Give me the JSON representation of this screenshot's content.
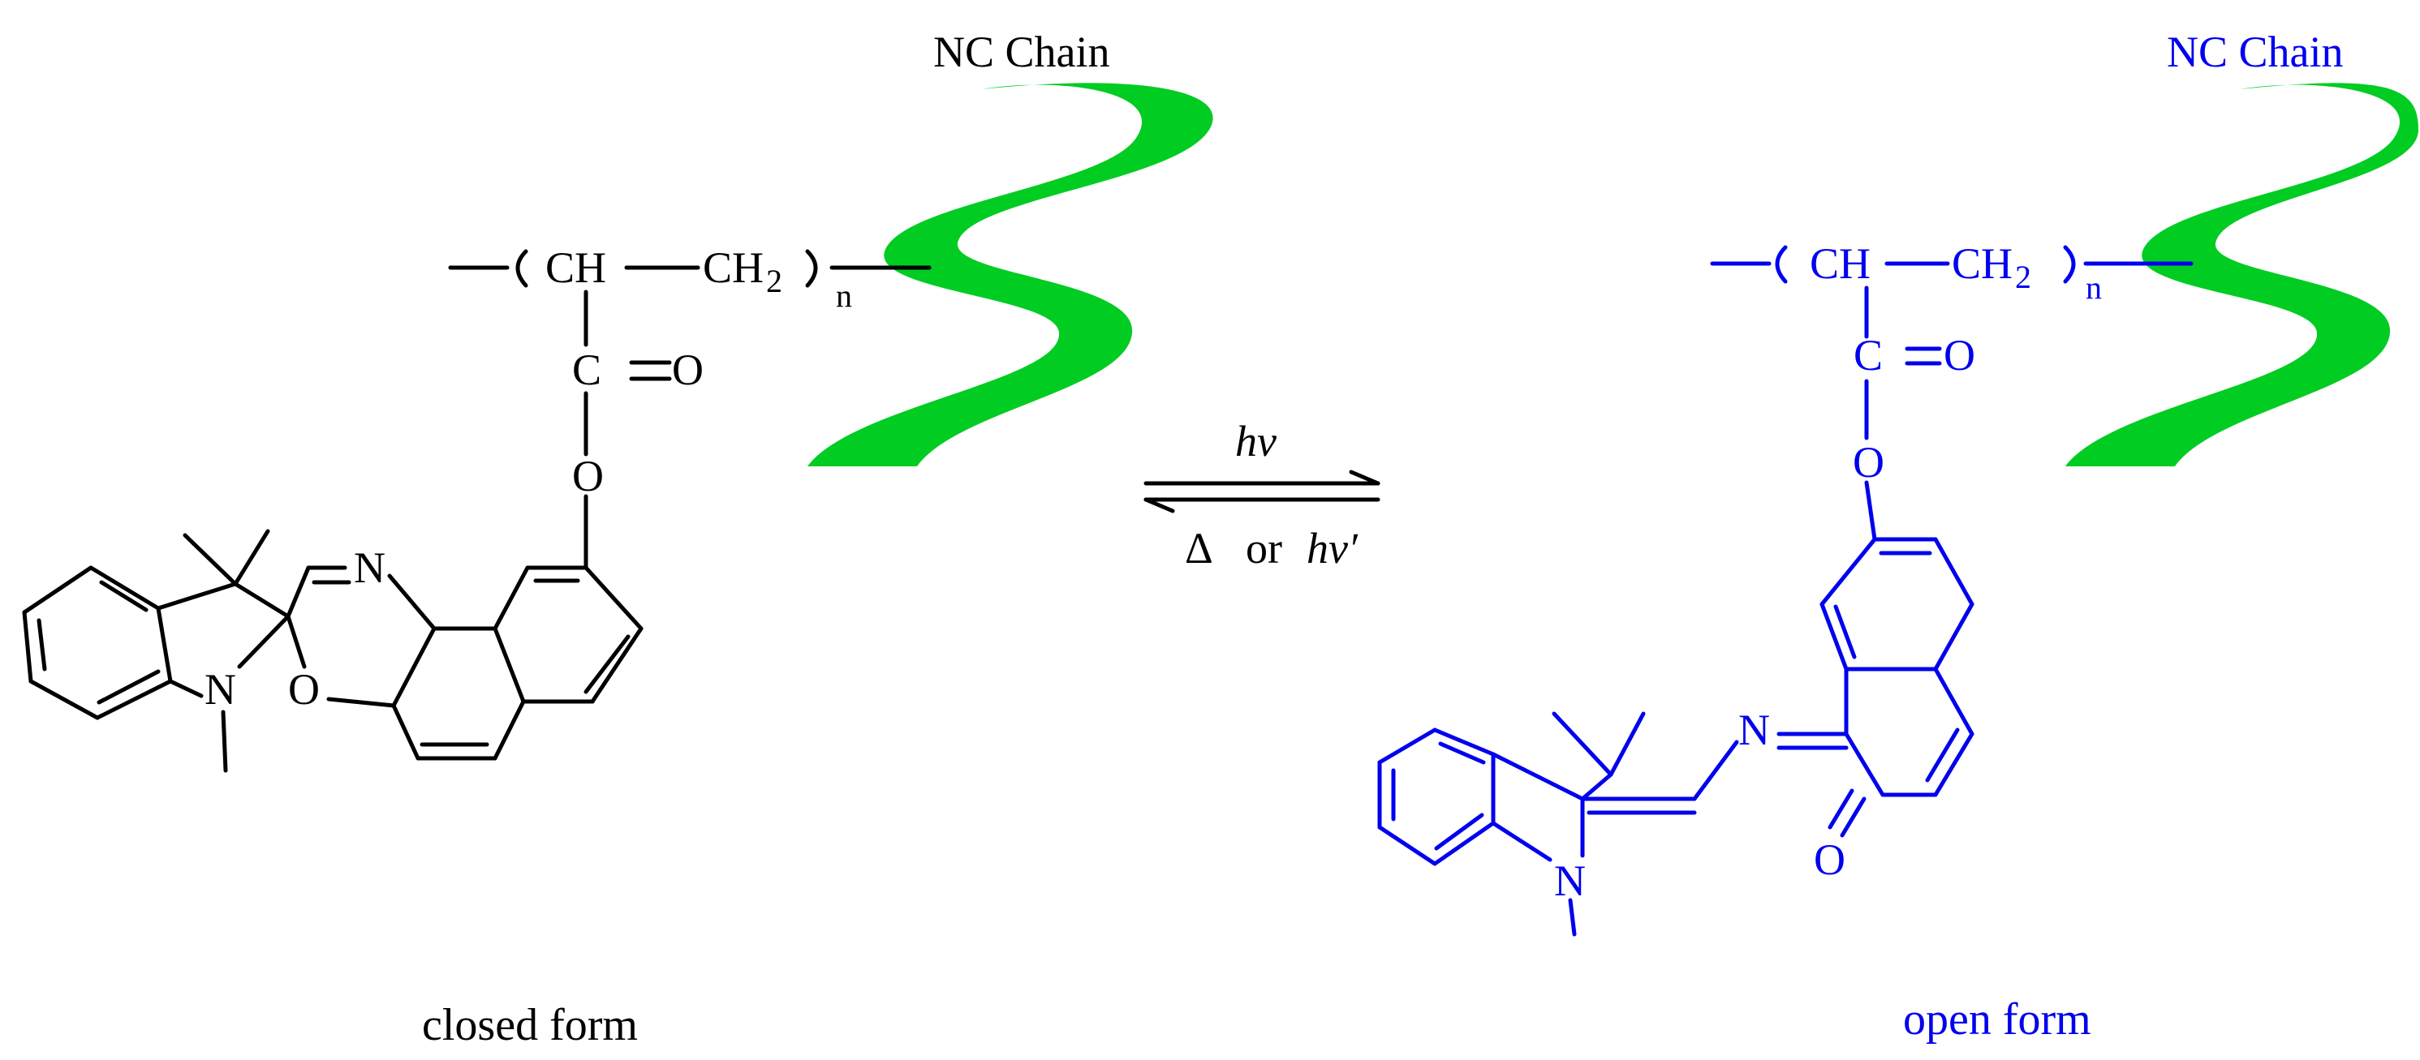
{
  "colors": {
    "closed": "#000000",
    "open": "#0000ee",
    "chain": "#00cc22"
  },
  "closed_form": {
    "chain_label": "NC  Chain",
    "ch": "CH",
    "ch2": "CH",
    "ch2_sub": "2",
    "repeat_sub": "n",
    "carbonyl_c": "C",
    "carbonyl_o": "O",
    "ester_o": "O",
    "indoline_n": "N",
    "oxazine_n": "N",
    "oxazine_o": "O",
    "caption": "closed form"
  },
  "reaction": {
    "forward": "hv",
    "reverse_delta": "Δ",
    "reverse_or": "or",
    "reverse_hv": "hv′"
  },
  "open_form": {
    "chain_label": "NC  Chain",
    "ch": "CH",
    "ch2": "CH",
    "ch2_sub": "2",
    "repeat_sub": "n",
    "carbonyl_c": "C",
    "carbonyl_o": "O",
    "ester_o": "O",
    "imine_n": "N",
    "ketone_o": "O",
    "indoline_n": "N",
    "caption": "open form"
  }
}
